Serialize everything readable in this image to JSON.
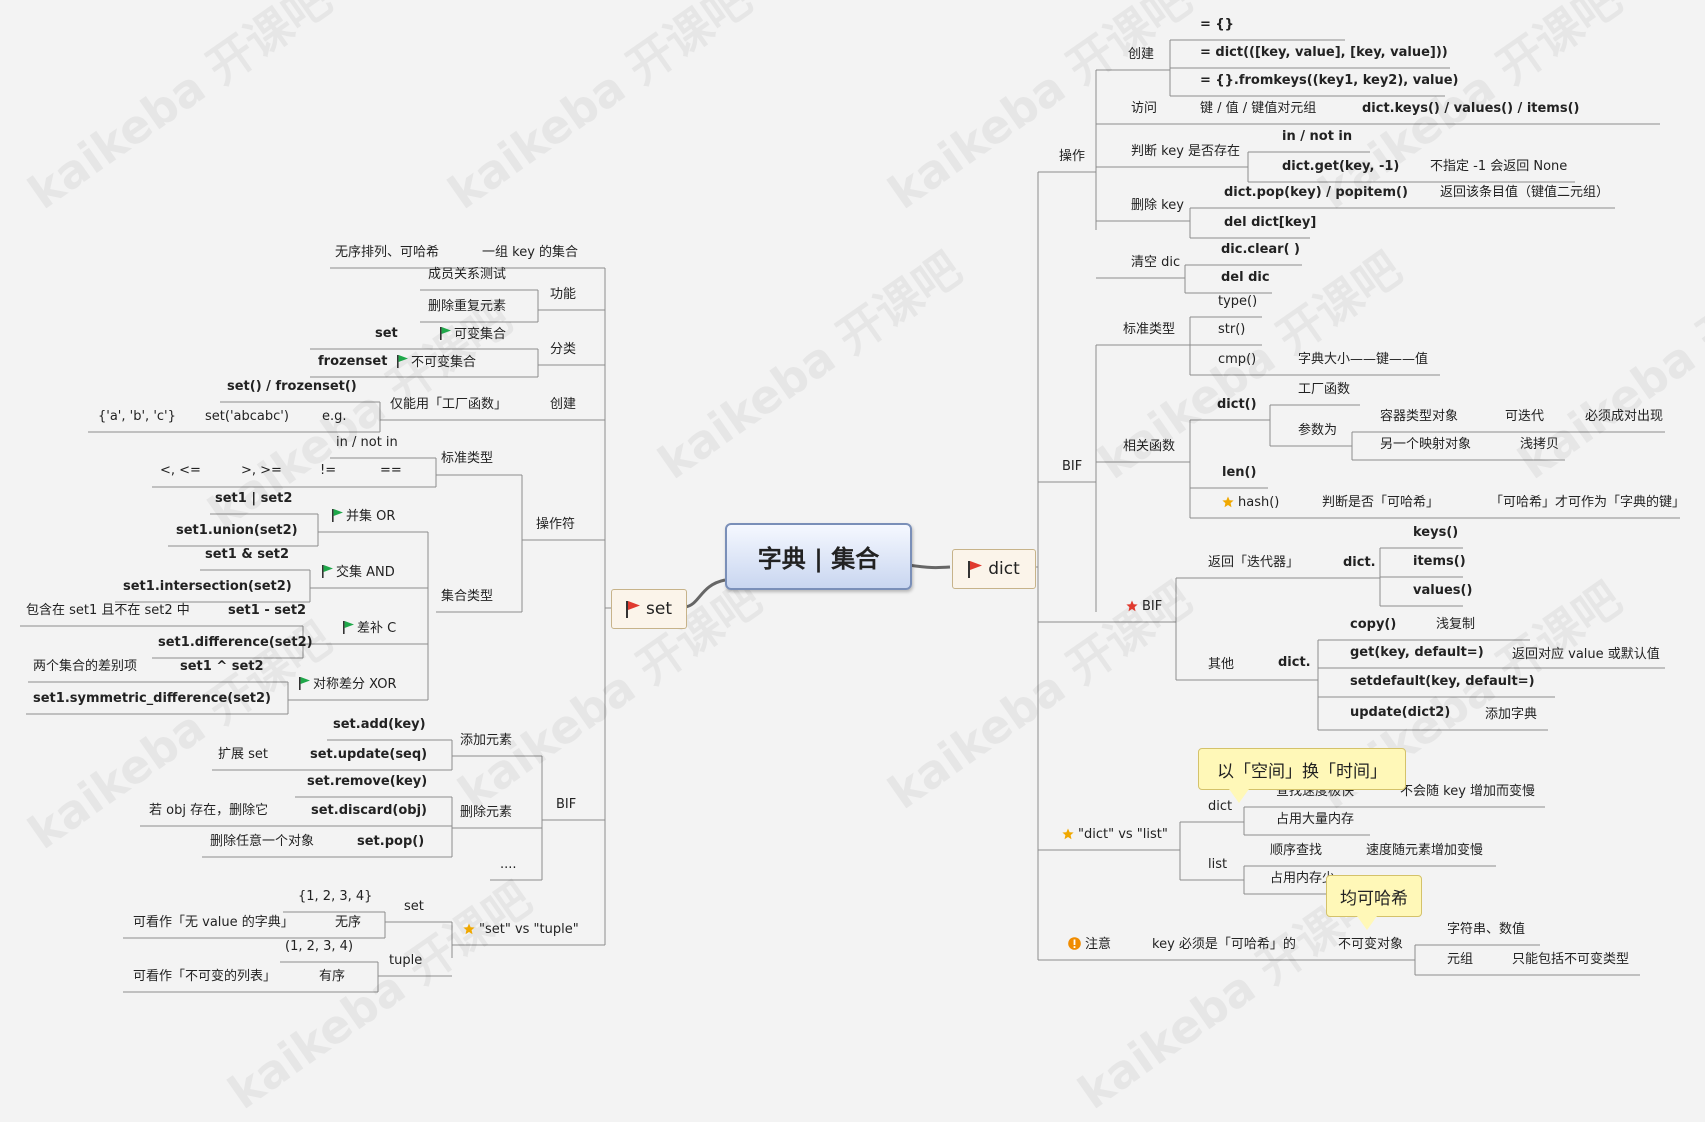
{
  "center": "字典 | 集合",
  "watermark": "kaikeba 开课吧",
  "set_branch": {
    "title": "set",
    "desc_1": "无序排列、可哈希",
    "desc_1b": "一组 key 的集合",
    "func_label": "功能",
    "func_1": "成员关系测试",
    "func_2": "删除重复元素",
    "cls_label": "分类",
    "cls_set": "set",
    "cls_set_desc": "可变集合",
    "cls_frozen": "frozenset",
    "cls_frozen_desc": "不可变集合",
    "create_label": "创建",
    "create_1": "set() / frozenset()",
    "create_2": "仅能用「工厂函数」",
    "create_eg": "e.g.",
    "create_eg_code": "set('abcabc')",
    "create_eg_result": "{'a', 'b', 'c'}",
    "ops_label": "操作符",
    "std_label": "标准类型",
    "std_1": "in / not in",
    "std_2": "==",
    "std_3": "!=",
    "std_4": ">, >=",
    "std_5": "<, <=",
    "settype_label": "集合类型",
    "or_1": "set1 | set2",
    "or_2": "set1.union(set2)",
    "or_label": "并集 OR",
    "and_1": "set1 & set2",
    "and_2": "set1.intersection(set2)",
    "and_label": "交集 AND",
    "diff_1": "set1 - set2",
    "diff_2": "set1.difference(set2)",
    "diff_label": "差补 C",
    "diff_desc": "包含在 set1 且不在 set2 中",
    "xor_1": "set1 ^ set2",
    "xor_2": "set1.symmetric_difference(set2)",
    "xor_label": "对称差分 XOR",
    "xor_desc": "两个集合的差别项",
    "bif_label": "BIF",
    "add_label": "添加元素",
    "add_1": "set.add(key)",
    "add_2": "set.update(seq)",
    "add_2_desc": "扩展 set",
    "rm_label": "删除元素",
    "rm_1": "set.remove(key)",
    "rm_2": "set.discard(obj)",
    "rm_2_desc": "若 obj 存在，删除它",
    "rm_3": "set.pop()",
    "rm_3_desc": "删除任意一个对象",
    "bif_more": "....",
    "vs_label": "\"set\" vs \"tuple\"",
    "vs_set": "set",
    "vs_set_eg": "{1, 2, 3, 4}",
    "vs_set_1": "无序",
    "vs_set_1_desc": "可看作「无 value 的字典」",
    "vs_tuple": "tuple",
    "vs_tuple_eg": "(1, 2, 3, 4)",
    "vs_tuple_1": "有序",
    "vs_tuple_1_desc": "可看作「不可变的列表」"
  },
  "dict_branch": {
    "title": "dict",
    "ops_label": "操作",
    "create_label": "创建",
    "create_1": "= {}",
    "create_2": "= dict(([key, value], [key, value]))",
    "create_3": "= {}.fromkeys((key1, key2), value)",
    "access_label": "访问",
    "access_1": "键 / 值 / 键值对元组",
    "access_2": "dict.keys() / values() / items()",
    "judge_label": "判断 key 是否存在",
    "judge_1": "in / not in",
    "judge_2": "dict.get(key, -1)",
    "judge_2_desc": "不指定 -1 会返回 None",
    "del_label": "删除 key",
    "del_1": "dict.pop(key) / popitem()",
    "del_1_desc": "返回该条目值（键值二元组）",
    "del_2": "del dict[key]",
    "clear_label": "清空 dic",
    "clear_1": "dic.clear( )",
    "clear_2": "del dic",
    "bif1_label": "BIF",
    "std_label": "标准类型",
    "std_1": "type()",
    "std_2": "str()",
    "std_3": "cmp()",
    "std_3_desc": "字典大小——键——值",
    "rel_label": "相关函数",
    "rel_dict": "dict()",
    "rel_factory": "工厂函数",
    "rel_param": "参数为",
    "rel_p1": "容器类型对象",
    "rel_p1_a": "可迭代",
    "rel_p1_b": "必须成对出现",
    "rel_p2": "另一个映射对象",
    "rel_p2_a": "浅拷贝",
    "rel_len": "len()",
    "rel_hash": "hash()",
    "rel_hash_desc": "判断是否「可哈希」",
    "rel_hash_note": "「可哈希」才可作为「字典的键」",
    "bif2_label": "BIF",
    "iter_label": "返回「迭代器」",
    "iter_prefix": "dict.",
    "iter_1": "keys()",
    "iter_2": "items()",
    "iter_3": "values()",
    "other_label": "其他",
    "other_prefix": "dict.",
    "o_1": "copy()",
    "o_1_desc": "浅复制",
    "o_2": "get(key, default=)",
    "o_2_desc": "返回对应 value 或默认值",
    "o_3": "setdefault(key, default=)",
    "o_4": "update(dict2)",
    "o_4_desc": "添加字典",
    "vs_label": "\"dict\" vs \"list\"",
    "vs_callout": "以「空间」换「时间」",
    "vs_dict": "dict",
    "vs_dict_1": "查找速度极快",
    "vs_dict_1_desc": "不会随 key 增加而变慢",
    "vs_dict_2": "占用大量内存",
    "vs_list": "list",
    "vs_list_1": "顺序查找",
    "vs_list_1_desc": "速度随元素增加变慢",
    "vs_list_2": "占用内存少",
    "note_label": "注意",
    "note_1": "key 必须是「可哈希」的",
    "note_callout": "均可哈希",
    "note_2": "不可变对象",
    "note_2a": "字符串、数值",
    "note_2b": "元组",
    "note_2b_desc": "只能包括不可变类型"
  },
  "colors": {
    "flag_red": "#e03a2f",
    "flag_green": "#1fa84a",
    "star": "#f0a800",
    "warn": "#f08c00",
    "line": "#888888"
  }
}
